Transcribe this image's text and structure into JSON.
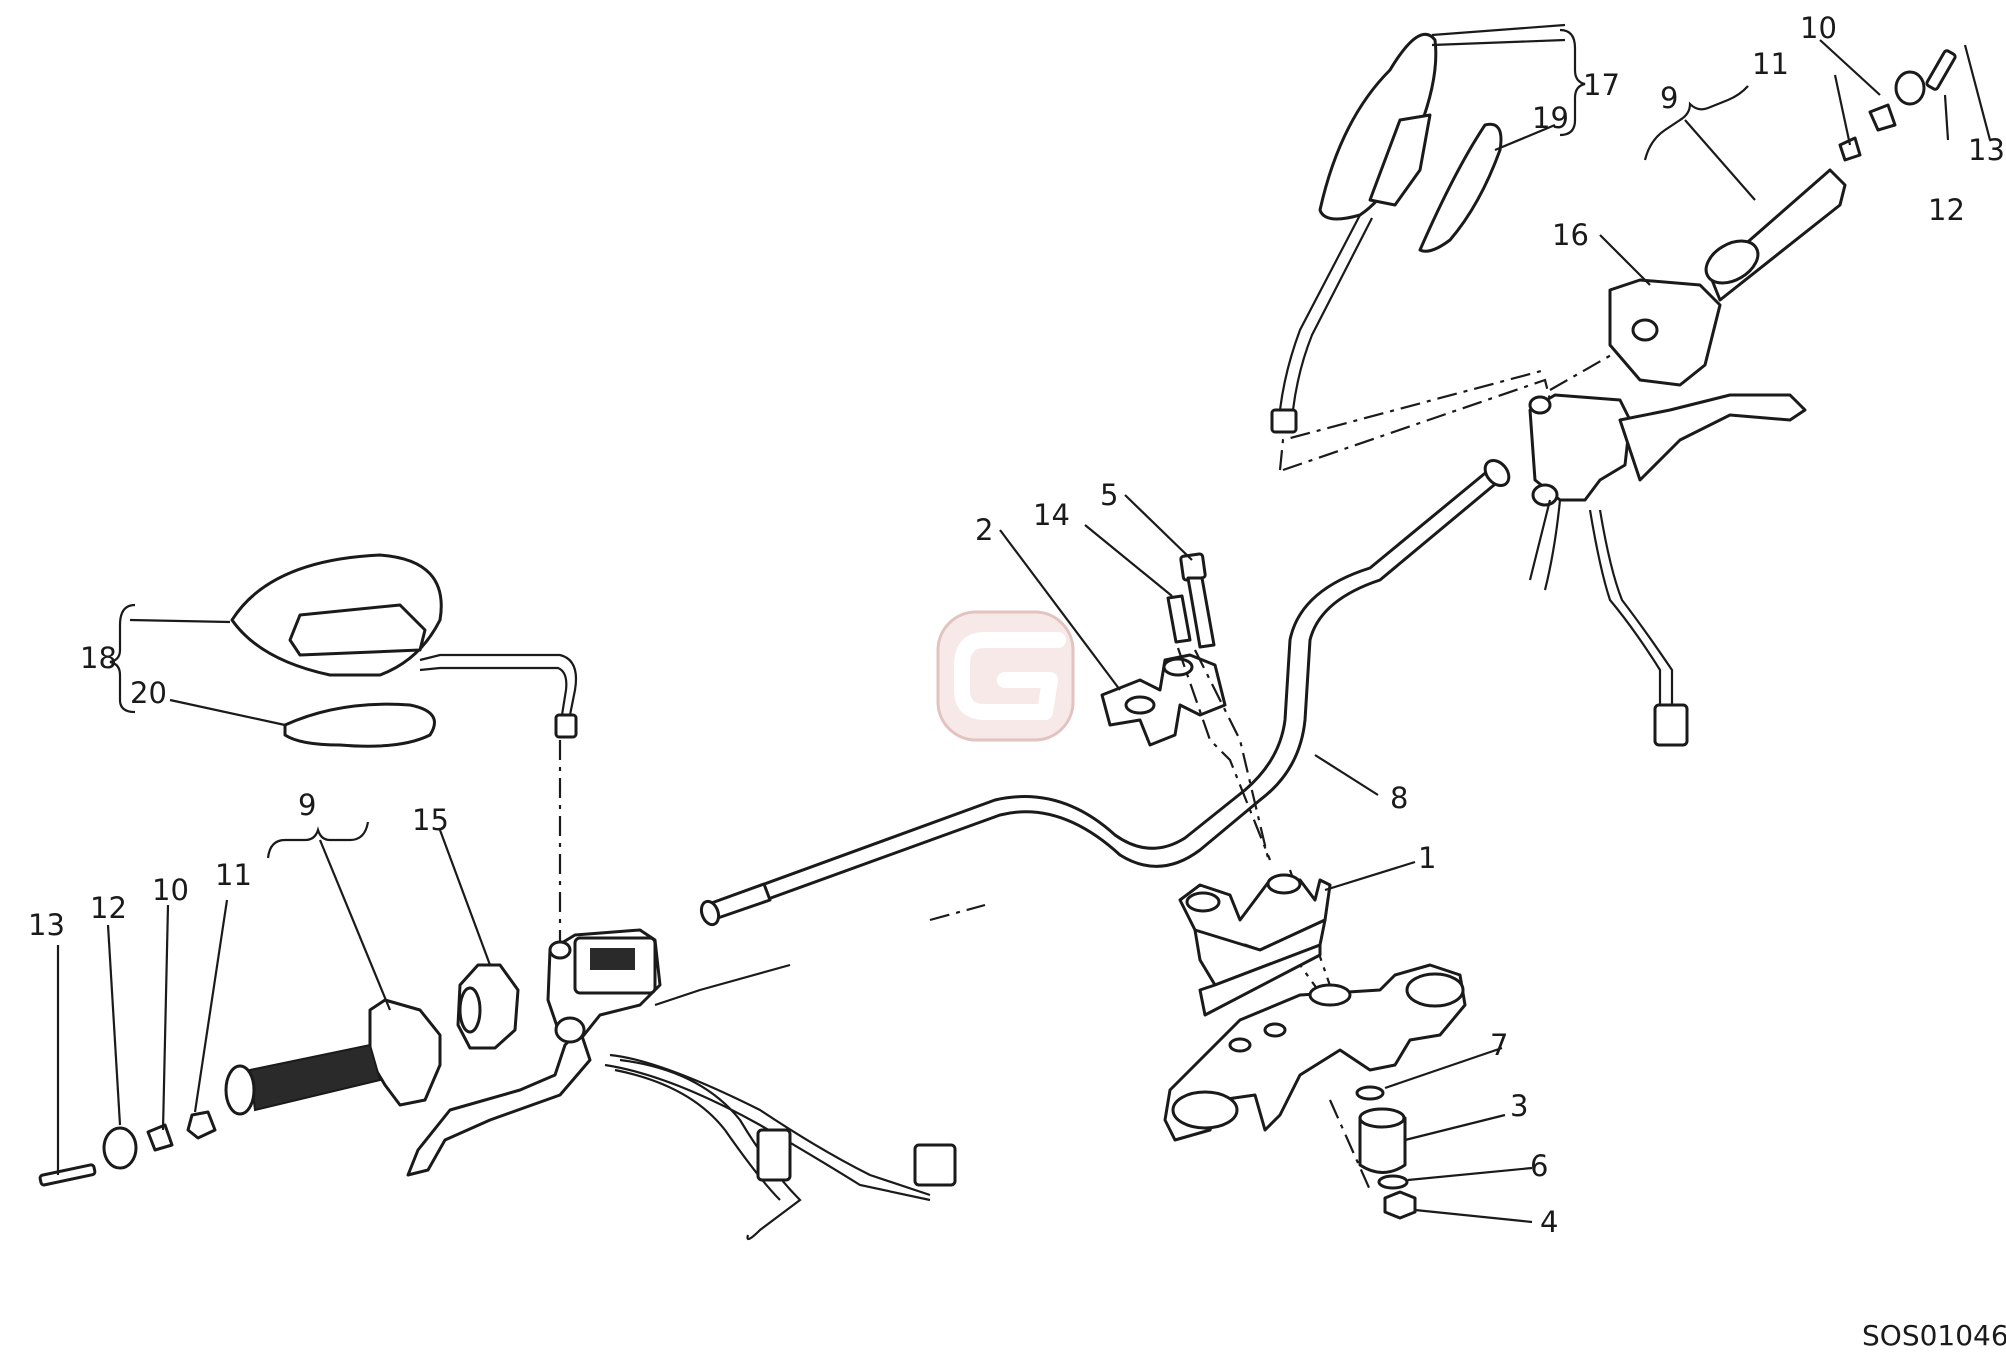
{
  "diagram": {
    "reference_code": "SOS01046",
    "watermark_letter": "G",
    "callouts": [
      {
        "id": "c1",
        "label": "1"
      },
      {
        "id": "c2",
        "label": "2"
      },
      {
        "id": "c3",
        "label": "3"
      },
      {
        "id": "c4",
        "label": "4"
      },
      {
        "id": "c5",
        "label": "5"
      },
      {
        "id": "c6",
        "label": "6"
      },
      {
        "id": "c7",
        "label": "7"
      },
      {
        "id": "c8",
        "label": "8"
      },
      {
        "id": "c9a",
        "label": "9"
      },
      {
        "id": "c9b",
        "label": "9"
      },
      {
        "id": "c10a",
        "label": "10"
      },
      {
        "id": "c10b",
        "label": "10"
      },
      {
        "id": "c11a",
        "label": "11"
      },
      {
        "id": "c11b",
        "label": "11"
      },
      {
        "id": "c12a",
        "label": "12"
      },
      {
        "id": "c12b",
        "label": "12"
      },
      {
        "id": "c13a",
        "label": "13"
      },
      {
        "id": "c13b",
        "label": "13"
      },
      {
        "id": "c14",
        "label": "14"
      },
      {
        "id": "c15",
        "label": "15"
      },
      {
        "id": "c16",
        "label": "16"
      },
      {
        "id": "c17",
        "label": "17"
      },
      {
        "id": "c18",
        "label": "18"
      },
      {
        "id": "c19",
        "label": "19"
      },
      {
        "id": "c20",
        "label": "20"
      }
    ],
    "colors": {
      "ink": "#1a1a1a",
      "watermark_fill": "#f7e9e8",
      "watermark_stroke": "#e2c3c0"
    }
  }
}
